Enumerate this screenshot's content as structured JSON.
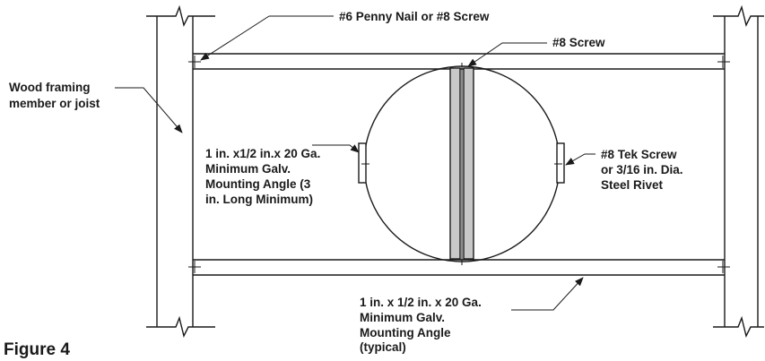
{
  "figure": {
    "title": "Figure 4"
  },
  "labels": {
    "nail": "#6 Penny Nail or #8 Screw",
    "screw": "#8 Screw",
    "framing_line1": "Wood framing",
    "framing_line2": "member or joist",
    "angle_left_line1": "1 in. x1/2 in.x 20 Ga.",
    "angle_left_line2": "Minimum Galv.",
    "angle_left_line3": "Mounting Angle (3",
    "angle_left_line4": "in. Long Minimum)",
    "tek_line1": "#8 Tek Screw",
    "tek_line2": "or 3/16 in. Dia.",
    "tek_line3": "Steel Rivet",
    "angle_bottom_line1": "1 in. x 1/2 in. x 20 Ga.",
    "angle_bottom_line2": "Minimum Galv.",
    "angle_bottom_line3": "Mounting Angle",
    "angle_bottom_line4": "(typical)"
  }
}
